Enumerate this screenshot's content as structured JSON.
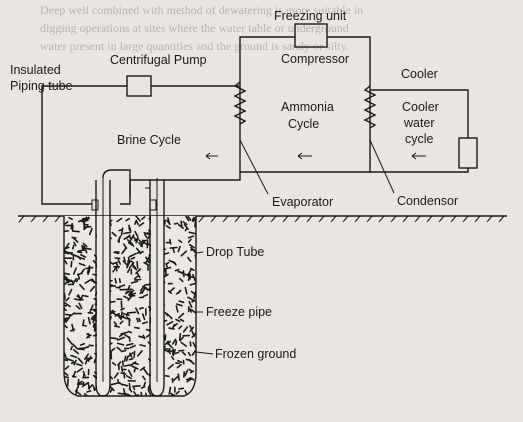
{
  "labels": {
    "freezing_unit": "Freezing unit",
    "compressor": "Compressor",
    "centrifugal_pump": "Centrifugal Pump",
    "insulated_1": "Insulated",
    "insulated_2": "Piping tube",
    "cooler": "Cooler",
    "ammonia_1": "Ammonia",
    "ammonia_2": "Cycle",
    "cooler_water_1": "Cooler",
    "cooler_water_2": "water",
    "cooler_water_3": "cycle",
    "brine_cycle": "Brine Cycle",
    "evaporator": "Evaporator",
    "condensor": "Condensor",
    "drop_tube": "Drop Tube",
    "freeze_pipe": "Freeze pipe",
    "frozen_ground": "Frozen ground"
  },
  "bleed_through": {
    "line_1": "Deep well combined with method of dewatering is more suitable in",
    "line_2": "digging operations at sites where the water table or underground",
    "line_3": "water present in large quantities and the ground is sandy or silty."
  },
  "colors": {
    "paper": "#e9e6e1",
    "ink": "#1a1a1a",
    "bleed": "#b9b4ac"
  }
}
